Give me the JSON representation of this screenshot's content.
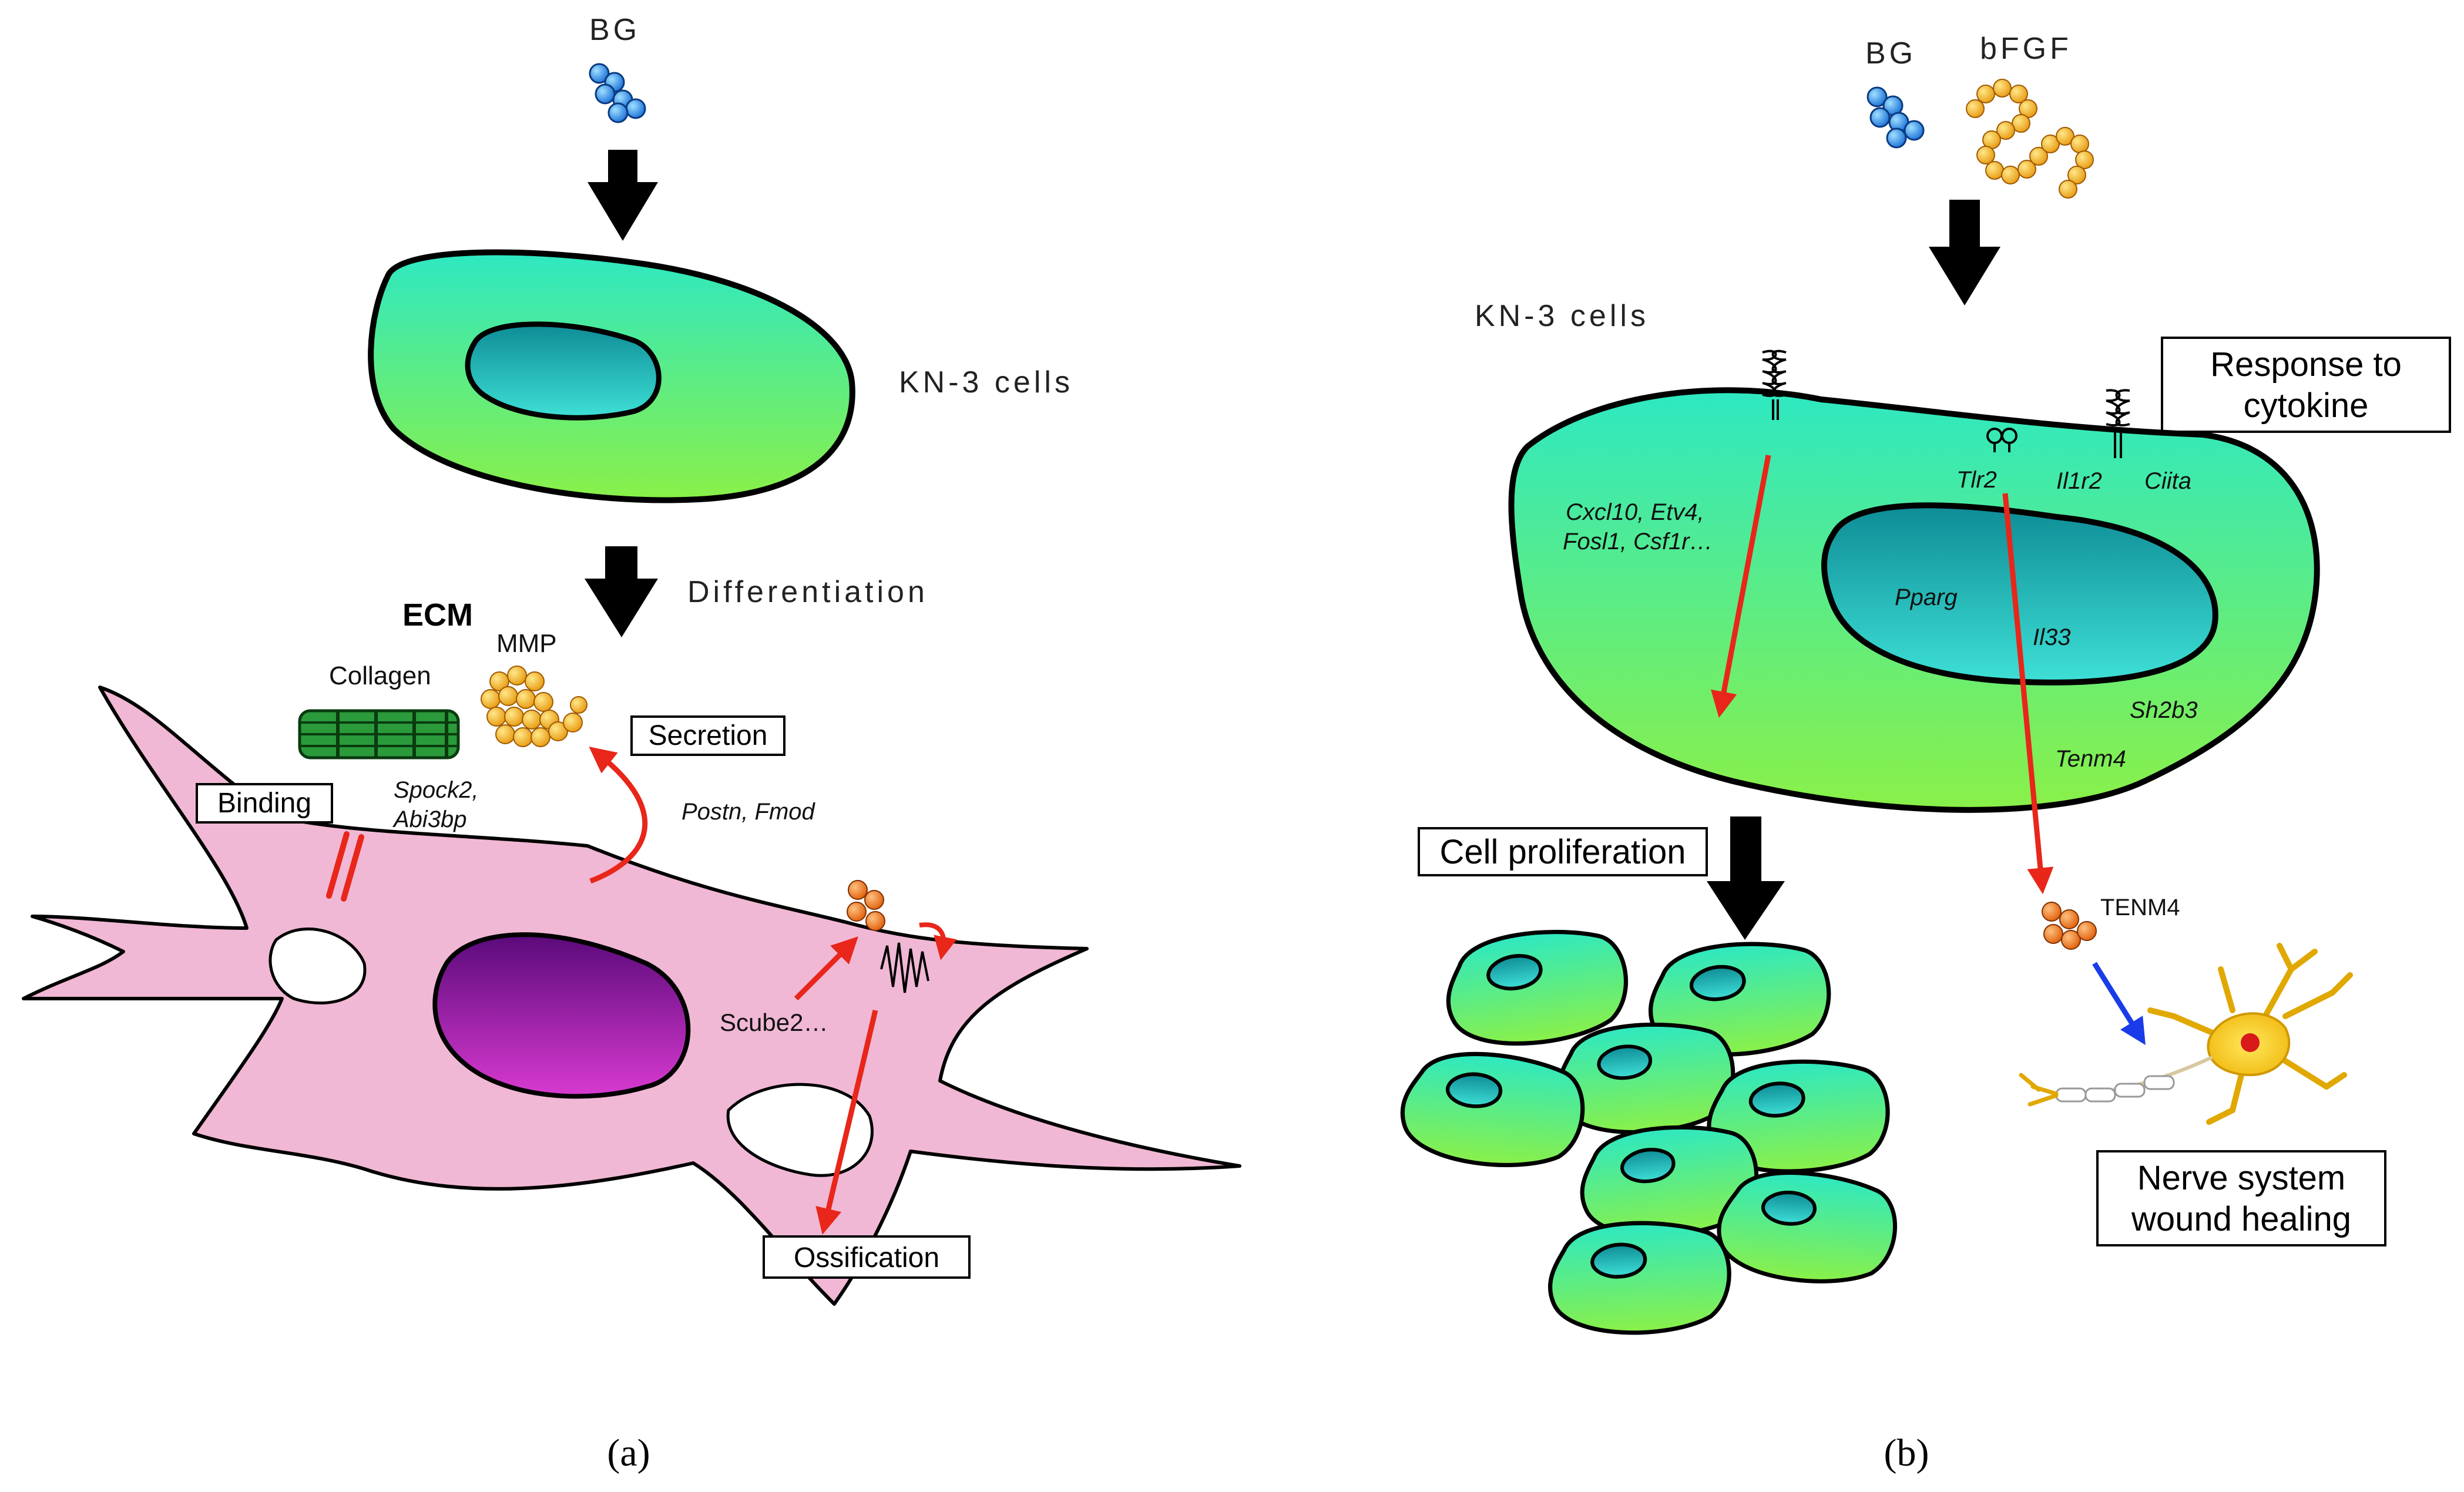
{
  "panel_a": {
    "label": "(a)",
    "bg_label": "BG",
    "cell_label": "KN-3 cells",
    "differentiation_label": "Differentiation",
    "ecm_label": "ECM",
    "mmp_label": "MMP",
    "collagen_label": "Collagen",
    "secretion_box": "Secretion",
    "binding_box": "Binding",
    "spock_genes": [
      "Spock2,",
      "Abi3bp"
    ],
    "postn_genes": "Postn, Fmod",
    "scube_label": "Scube2…",
    "ossification_box": "Ossification"
  },
  "panel_b": {
    "label": "(b)",
    "bg_label": "BG",
    "bfgf_label": "bFGF",
    "cell_label": "KN-3 cells",
    "response_box": [
      "Response to",
      "cytokine"
    ],
    "genes_left": [
      "Cxcl10, Etv4,",
      "Fosl1, Csf1r…"
    ],
    "tlr2": "Tlr2",
    "il1r2": "Il1r2",
    "ciita": "Ciita",
    "pparg": "Pparg",
    "il33": "Il33",
    "sh2b3": "Sh2b3",
    "tenm4_gene": "Tenm4",
    "proliferation_box": "Cell proliferation",
    "tenm4_protein": "TENM4",
    "nerve_box": [
      "Nerve system",
      "wound healing"
    ]
  },
  "colors": {
    "cell_top": "#2ee8c2",
    "cell_bottom": "#8af048",
    "nucleus": "#1bb8c0",
    "osteoblast": "#f0b8d4",
    "osteo_nucleus": "#a020a8",
    "red_arrow": "#e8261a",
    "blue_arrow": "#1a3ce8",
    "bg_molecule": "#1e8ce8",
    "orange_molecule": "#f07e1e",
    "mmp_molecule": "#f5b41e"
  }
}
